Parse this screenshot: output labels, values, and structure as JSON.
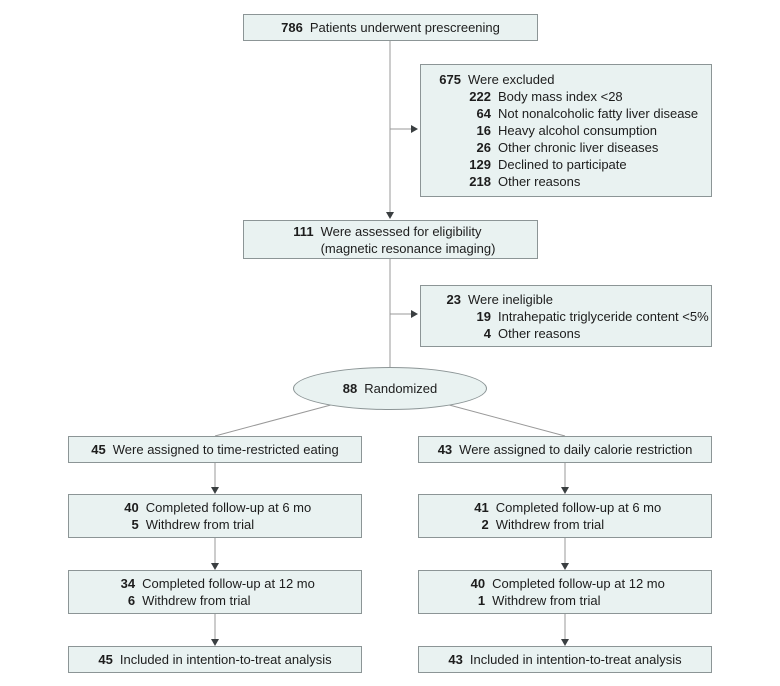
{
  "figure": {
    "prescreening": {
      "num": "786",
      "label": "Patients underwent prescreening"
    },
    "excluded": {
      "lines": [
        {
          "num": "675",
          "label": "Were excluded"
        },
        {
          "num": "222",
          "label": "Body mass index <28"
        },
        {
          "num": "64",
          "label": "Not nonalcoholic fatty liver disease"
        },
        {
          "num": "16",
          "label": "Heavy alcohol consumption"
        },
        {
          "num": "26",
          "label": "Other chronic liver diseases"
        },
        {
          "num": "129",
          "label": "Declined to participate"
        },
        {
          "num": "218",
          "label": "Other reasons"
        }
      ]
    },
    "assessed": {
      "num": "111",
      "label": "Were assessed for eligibility",
      "label2": "(magnetic resonance imaging)"
    },
    "ineligible": {
      "lines": [
        {
          "num": "23",
          "label": "Were ineligible"
        },
        {
          "num": "19",
          "label": "Intrahepatic triglyceride content <5%"
        },
        {
          "num": "4",
          "label": "Other reasons"
        }
      ]
    },
    "randomized": {
      "num": "88",
      "label": "Randomized"
    },
    "left": {
      "assigned": {
        "num": "45",
        "label": "Were assigned to time-restricted eating"
      },
      "fu6": {
        "lines": [
          {
            "num": "40",
            "label": "Completed follow-up at 6 mo"
          },
          {
            "num": "5",
            "label": "Withdrew from trial"
          }
        ]
      },
      "fu12": {
        "lines": [
          {
            "num": "34",
            "label": "Completed follow-up at 12 mo"
          },
          {
            "num": "6",
            "label": "Withdrew from trial"
          }
        ]
      },
      "itt": {
        "num": "45",
        "label": "Included in intention-to-treat analysis"
      }
    },
    "right": {
      "assigned": {
        "num": "43",
        "label": "Were assigned to daily calorie restriction"
      },
      "fu6": {
        "lines": [
          {
            "num": "41",
            "label": "Completed follow-up at 6 mo"
          },
          {
            "num": "2",
            "label": "Withdrew from trial"
          }
        ]
      },
      "fu12": {
        "lines": [
          {
            "num": "40",
            "label": "Completed follow-up at 12 mo"
          },
          {
            "num": "1",
            "label": "Withdrew from trial"
          }
        ]
      },
      "itt": {
        "num": "43",
        "label": "Included in intention-to-treat analysis"
      }
    },
    "colors": {
      "box_fill": "#e9f2f1",
      "box_border": "#8c9596",
      "line": "#999999",
      "arrowhead": "#3a3f41",
      "text": "#1d1d1d"
    }
  }
}
